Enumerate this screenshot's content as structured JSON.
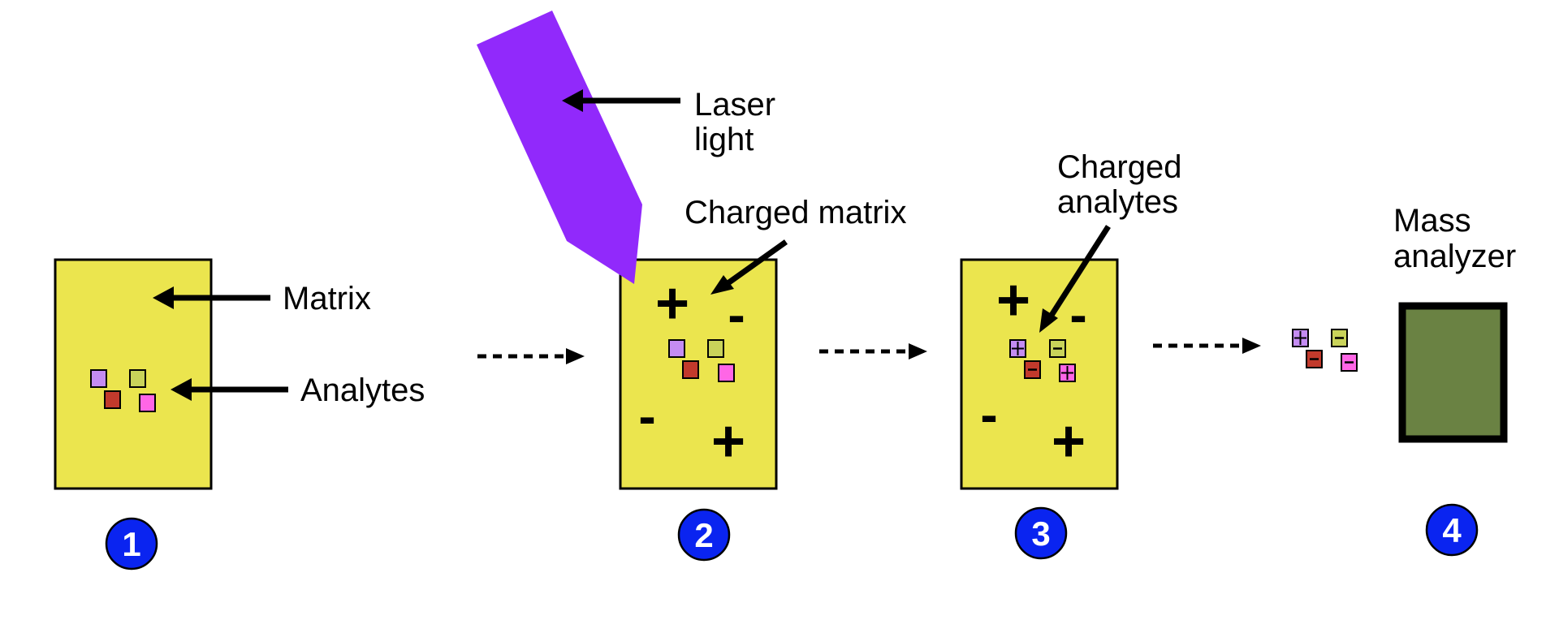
{
  "labels": {
    "matrix": "Matrix",
    "analytes": "Analytes",
    "laser_line1": "Laser",
    "laser_line2": "light",
    "charged_matrix": "Charged matrix",
    "charged_analytes_line1": "Charged",
    "charged_analytes_line2": "analytes",
    "mass_analyzer_line1": "Mass",
    "mass_analyzer_line2": "analyzer"
  },
  "steps": [
    "1",
    "2",
    "3",
    "4"
  ],
  "charge_symbols": {
    "plus": "+",
    "minus": "-"
  },
  "colors": {
    "matrix_fill": "#ebe54e",
    "laser": "#9129fb",
    "analyzer_fill": "#6a8243",
    "badge": "#0a24f0",
    "analyte_purple": "#c48cf2",
    "analyte_green": "#c9d35a",
    "analyte_red": "#c23a2c",
    "analyte_pink": "#ff66e6"
  }
}
